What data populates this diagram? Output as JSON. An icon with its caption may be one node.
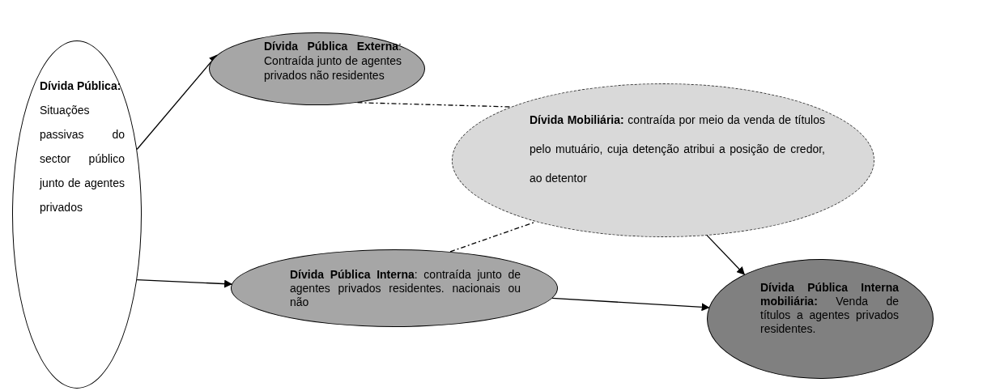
{
  "diagram": {
    "nodes": [
      {
        "text": [
          "Dívida Pública:",
          "Situações passivas do sector público junto de agentes privados"
        ]
      },
      {
        "text": [
          "**Dívida Pública Externa**: Contraída junto de agentes privados não residentes"
        ]
      },
      {
        "text": [
          "**Dívida Mobiliária:** contraída por meio da venda de títulos pelo mutuário, cuja detenção atribui a posição de credor, ao detentor"
        ]
      },
      {
        "text": [
          "**Dívida Pública Interna**: contraída junto de agentes privados residentes. nacionais ou não"
        ]
      },
      {
        "text": [
          "**Dívida Pública Interna mobiliária:** Venda de títulos a agentes privados residentes."
        ]
      }
    ],
    "edges": [
      {
        "from": 0,
        "to": 1,
        "arrow": "to"
      },
      {
        "from": 0,
        "to": 3,
        "arrow": "to"
      },
      {
        "from": 1,
        "to": 2,
        "arrow": "none",
        "style": "dashed"
      },
      {
        "from": 3,
        "to": 2,
        "arrow": "none",
        "style": "dashed"
      },
      {
        "from": 2,
        "to": 4,
        "arrow": "to"
      },
      {
        "from": 3,
        "to": 4,
        "arrow": "to"
      }
    ]
  }
}
